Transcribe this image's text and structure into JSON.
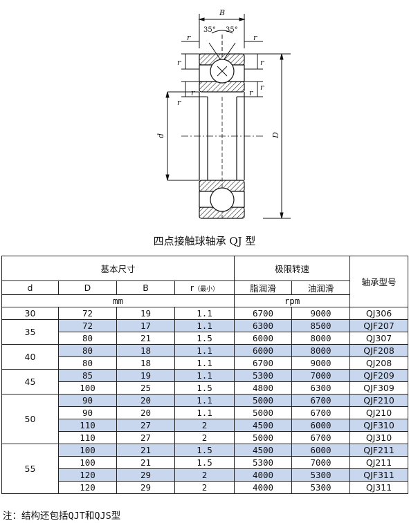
{
  "drawing": {
    "dim_width": "B",
    "dim_bore": "d",
    "dim_outer": "D",
    "angle_left": "35°",
    "angle_right": "35°",
    "radius_label": "r"
  },
  "caption": "四点接触球轴承 QJ 型",
  "table": {
    "group_basic": "基本尺寸",
    "group_speed": "极限转速",
    "col_model": "轴承型号",
    "col_d": "d",
    "col_D": "D",
    "col_B": "B",
    "col_r": "r",
    "col_r_note": "（最小）",
    "col_grease": "脂润滑",
    "col_oil": "油润滑",
    "unit_size": "mm",
    "unit_speed": "rpm",
    "groups": [
      {
        "d": "30",
        "rows": [
          {
            "D": "72",
            "B": "19",
            "r": "1.1",
            "grease": "6700",
            "oil": "9000",
            "model": "QJ306",
            "hl": false
          }
        ]
      },
      {
        "d": "35",
        "rows": [
          {
            "D": "72",
            "B": "17",
            "r": "1.1",
            "grease": "6300",
            "oil": "8500",
            "model": "QJF207",
            "hl": true
          },
          {
            "D": "80",
            "B": "21",
            "r": "1.5",
            "grease": "6000",
            "oil": "8000",
            "model": "QJ307",
            "hl": false
          }
        ]
      },
      {
        "d": "40",
        "rows": [
          {
            "D": "80",
            "B": "18",
            "r": "1.1",
            "grease": "6000",
            "oil": "8000",
            "model": "QJF208",
            "hl": true
          },
          {
            "D": "80",
            "B": "18",
            "r": "1.1",
            "grease": "6700",
            "oil": "9000",
            "model": "QJ208",
            "hl": false
          }
        ]
      },
      {
        "d": "45",
        "rows": [
          {
            "D": "85",
            "B": "19",
            "r": "1.1",
            "grease": "5300",
            "oil": "7000",
            "model": "QJF209",
            "hl": true
          },
          {
            "D": "100",
            "B": "25",
            "r": "1.5",
            "grease": "4800",
            "oil": "6300",
            "model": "QJF309",
            "hl": false
          }
        ]
      },
      {
        "d": "50",
        "rows": [
          {
            "D": "90",
            "B": "20",
            "r": "1.1",
            "grease": "5000",
            "oil": "6700",
            "model": "QJF210",
            "hl": true
          },
          {
            "D": "90",
            "B": "20",
            "r": "1.1",
            "grease": "5000",
            "oil": "6700",
            "model": "QJ210",
            "hl": false
          },
          {
            "D": "110",
            "B": "27",
            "r": "2",
            "grease": "4500",
            "oil": "6000",
            "model": "QJF310",
            "hl": true
          },
          {
            "D": "110",
            "B": "27",
            "r": "2",
            "grease": "5000",
            "oil": "6700",
            "model": "QJ310",
            "hl": false
          }
        ]
      },
      {
        "d": "55",
        "rows": [
          {
            "D": "100",
            "B": "21",
            "r": "1.5",
            "grease": "4500",
            "oil": "6000",
            "model": "QJF211",
            "hl": true
          },
          {
            "D": "100",
            "B": "21",
            "r": "1.5",
            "grease": "5300",
            "oil": "7000",
            "model": "QJ211",
            "hl": false
          },
          {
            "D": "120",
            "B": "29",
            "r": "2",
            "grease": "4000",
            "oil": "5300",
            "model": "QJF311",
            "hl": true
          },
          {
            "D": "120",
            "B": "29",
            "r": "2",
            "grease": "4000",
            "oil": "5300",
            "model": "QJ311",
            "hl": false
          }
        ]
      }
    ]
  },
  "note": "注：结构还包括QJT和QJS型"
}
